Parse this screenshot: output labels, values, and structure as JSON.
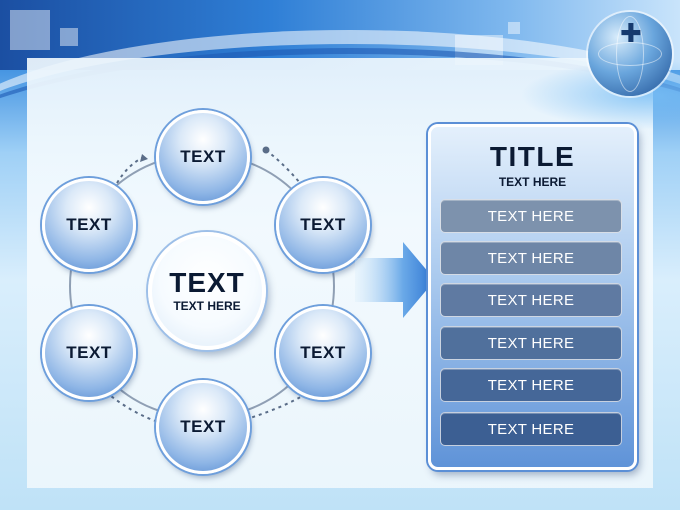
{
  "cycle": {
    "center": {
      "title": "TEXT",
      "subtitle": "TEXT HERE"
    },
    "nodes": [
      "TEXT",
      "TEXT",
      "TEXT",
      "TEXT",
      "TEXT",
      "TEXT"
    ]
  },
  "panel": {
    "title": "TITLE",
    "subtitle": "TEXT HERE",
    "items": [
      "TEXT HERE",
      "TEXT HERE",
      "TEXT HERE",
      "TEXT HERE",
      "TEXT HERE",
      "TEXT HERE"
    ],
    "item_colors": [
      "#7d92ad",
      "#6e86a7",
      "#5f7aa2",
      "#50709c",
      "#456798",
      "#3c5f93"
    ]
  },
  "colors": {
    "accent": "#3f7fd6",
    "ring": "#8aa0b8",
    "text": "#0b1a33"
  }
}
